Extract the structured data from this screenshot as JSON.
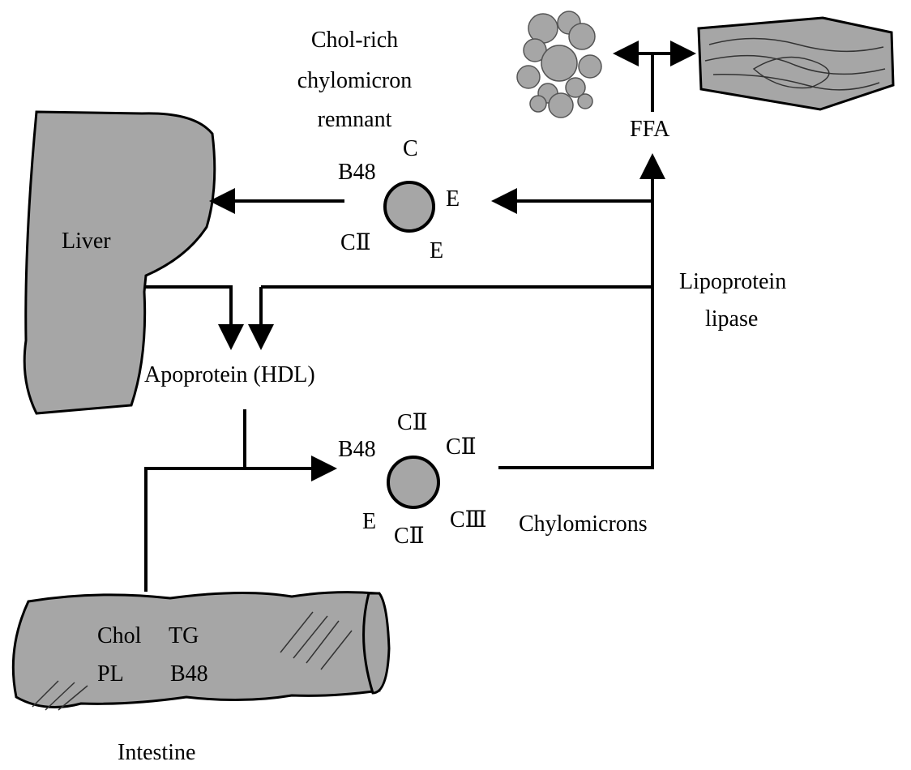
{
  "nodes": {
    "liver": "Liver",
    "intestine": "Intestine",
    "intestine_contents": [
      "Chol",
      "TG",
      "PL",
      "B48"
    ],
    "apoprotein": "Apoprotein (HDL)",
    "remnant_title": [
      "Chol-rich",
      "chylomicron",
      "remnant"
    ],
    "remnant_apos": [
      "B48",
      "C",
      "E",
      "CⅡ",
      "E"
    ],
    "chylomicron_apos": [
      "B48",
      "CⅡ",
      "CⅡ",
      "CⅢ",
      "E",
      "CⅡ"
    ],
    "chylomicrons": "Chylomicrons",
    "enzyme": [
      "Lipoprotein",
      "lipase"
    ],
    "ffa": "FFA"
  },
  "colors": {
    "organ_fill": "#a6a6a6",
    "stroke": "#000000",
    "background": "#ffffff"
  }
}
